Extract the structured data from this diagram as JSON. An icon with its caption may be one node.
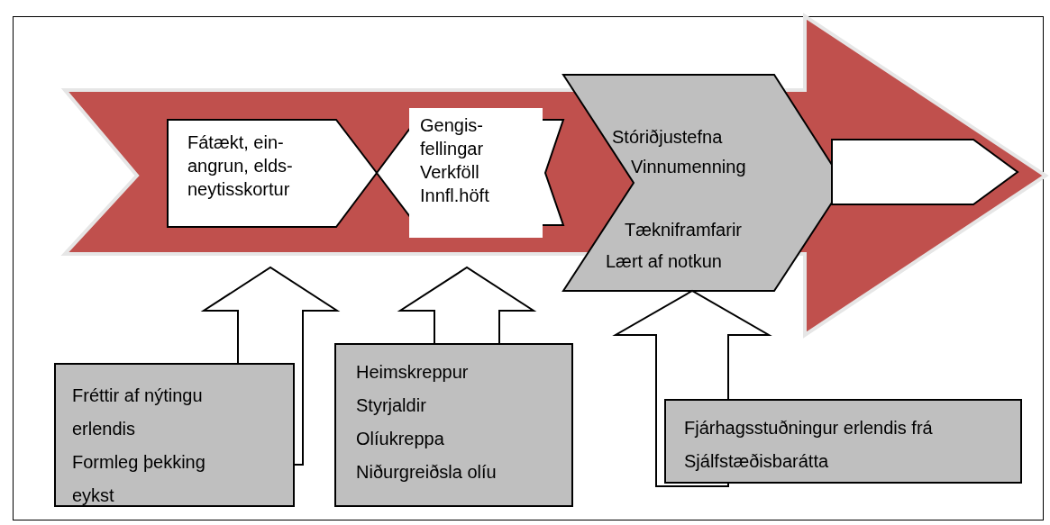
{
  "diagram": {
    "nodes": [
      {
        "text": [],
        "shape": "arrow"
      },
      {
        "text": [
          "Fátækt, ein- angrun, elds- neytisskortur"
        ],
        "in": 0
      },
      {
        "text": [
          "Gengis- fellingar",
          "Verkföll",
          "Innfl.höft"
        ],
        "in": 0
      },
      {
        "text": [
          "Stóriðjustefna",
          "Vinnumenning",
          "Tækniframfarir",
          "Lært af notkun"
        ],
        "in": 0
      },
      {
        "text": [],
        "shape": "pentagon",
        "in": 0
      },
      {
        "text": [
          "Fréttir af nýtingu erlendis",
          "Formleg þekking eykst"
        ]
      },
      {
        "text": [
          "Heimskreppur",
          "Styrjaldir",
          "Olíukreppa",
          "Niðurgreiðsla olíu"
        ]
      },
      {
        "text": [
          "Fjárhagsstuðningur erlendis frá",
          "Sjálfstæðisbarátta"
        ]
      }
    ],
    "edges": [
      {
        "from": 5,
        "to": 1,
        "arrow": "to"
      },
      {
        "from": 6,
        "to": 2,
        "arrow": "to"
      },
      {
        "from": 7,
        "to": 3,
        "arrow": "to"
      }
    ]
  }
}
